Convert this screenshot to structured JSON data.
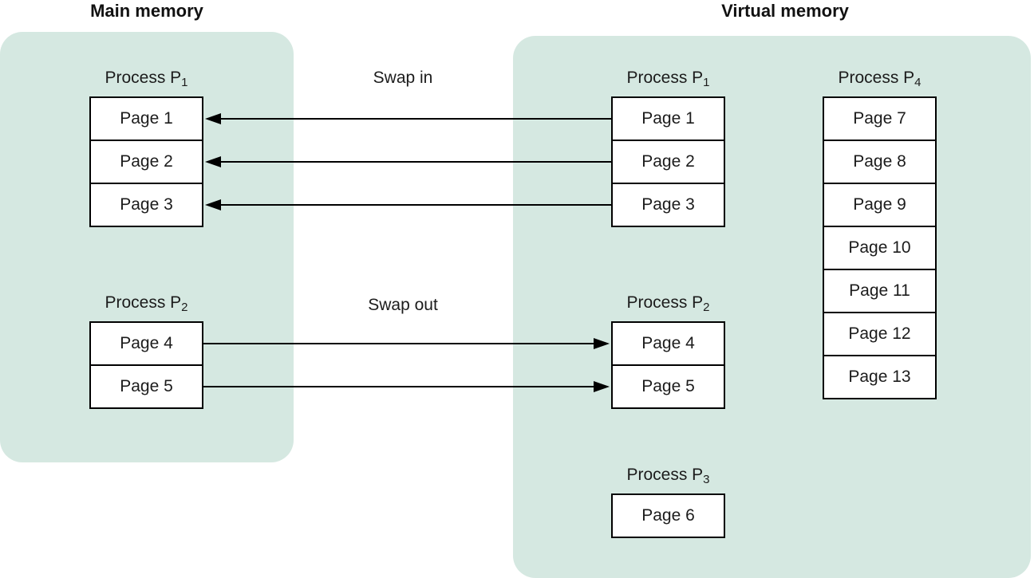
{
  "colors": {
    "panel_background": "#d5e8e1",
    "box_background": "#ffffff",
    "box_border": "#000000",
    "arrow_color": "#000000",
    "text_color": "#1c1c1c"
  },
  "headers": {
    "main_memory": "Main memory",
    "virtual_memory": "Virtual memory"
  },
  "flow_labels": {
    "swap_in": "Swap in",
    "swap_out": "Swap out"
  },
  "main_memory": {
    "process_p1": {
      "label_prefix": "Process P",
      "label_subscript": "1",
      "pages": [
        "Page 1",
        "Page 2",
        "Page 3"
      ]
    },
    "process_p2": {
      "label_prefix": "Process P",
      "label_subscript": "2",
      "pages": [
        "Page 4",
        "Page 5"
      ]
    }
  },
  "virtual_memory": {
    "process_p1": {
      "label_prefix": "Process P",
      "label_subscript": "1",
      "pages": [
        "Page 1",
        "Page 2",
        "Page 3"
      ]
    },
    "process_p2": {
      "label_prefix": "Process P",
      "label_subscript": "2",
      "pages": [
        "Page 4",
        "Page 5"
      ]
    },
    "process_p3": {
      "label_prefix": "Process P",
      "label_subscript": "3",
      "pages": [
        "Page 6"
      ]
    },
    "process_p4": {
      "label_prefix": "Process P",
      "label_subscript": "4",
      "pages": [
        "Page 7",
        "Page 8",
        "Page 9",
        "Page 10",
        "Page 11",
        "Page 12",
        "Page 13"
      ]
    }
  }
}
